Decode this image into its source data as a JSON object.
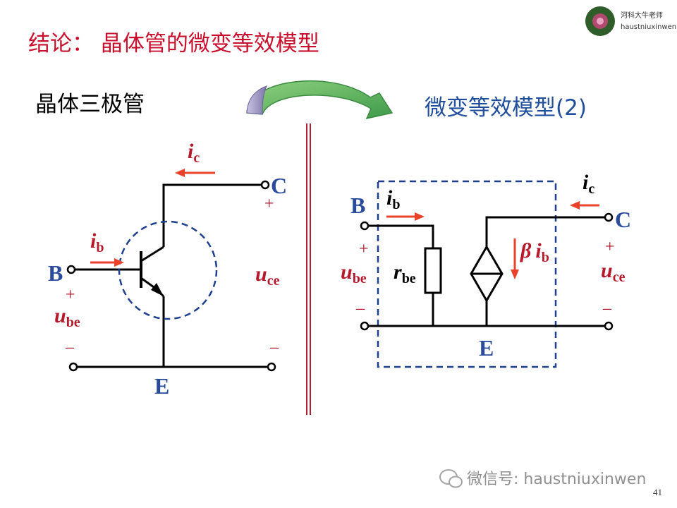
{
  "slide": {
    "title": "结论： 晶体管的微变等效模型",
    "left_heading": "晶体三极管",
    "right_heading": "微变等效模型(2)",
    "page_number": "41"
  },
  "logo": {
    "name": "河科大牛老师",
    "handle": "haustniuxinwen"
  },
  "watermark": {
    "text": "微信号: haustniuxinwen"
  },
  "left_circuit": {
    "ic_main": "i",
    "ic_sub": "c",
    "ib_main": "i",
    "ib_sub": "b",
    "node_c": "C",
    "node_b": "B",
    "node_e": "E",
    "plus_c": "+",
    "plus_b": "+",
    "minus_b": "–",
    "minus_c": "–",
    "ube_main": "u",
    "ube_sub": "be",
    "uce_main": "u",
    "uce_sub": "ce"
  },
  "right_circuit": {
    "ic_main": "i",
    "ic_sub": "c",
    "ib_main": "i",
    "ib_sub": "b",
    "node_b": "B",
    "node_c": "C",
    "node_e": "E",
    "plus_b": "+",
    "plus_c": "+",
    "minus_b": "–",
    "minus_c": "–",
    "ube_main": "u",
    "ube_sub": "be",
    "uce_main": "u",
    "uce_sub": "ce",
    "rbe_main": "r",
    "rbe_sub": "be",
    "beta": "β",
    "beta_ib_main": "i",
    "beta_ib_sub": "b"
  },
  "colors": {
    "title_red": "#c8102e",
    "heading_blue": "#1f4e9c",
    "dashed_blue": "#1f3f8f",
    "arrow_red": "#e8432a",
    "label_red": "#b5192b",
    "node_blue": "#2a4a9c",
    "arrow_green": "#4caf50",
    "divider_red": "#b02030"
  }
}
